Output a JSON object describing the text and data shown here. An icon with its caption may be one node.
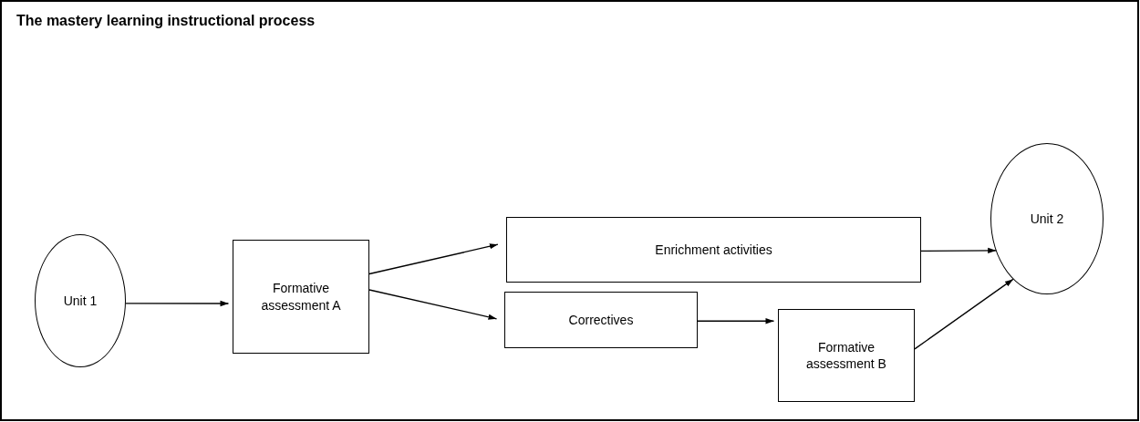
{
  "diagram": {
    "title": "The mastery learning instructional process",
    "nodes": [
      {
        "text": [
          "Unit 1"
        ]
      },
      {
        "text": [
          "Formative assessment A"
        ]
      },
      {
        "text": [
          "Enrichment activities"
        ]
      },
      {
        "text": [
          "Correctives"
        ]
      },
      {
        "text": [
          "Formative assessment B"
        ]
      },
      {
        "text": [
          "Unit 2"
        ]
      }
    ],
    "edges": [
      {
        "from": 0,
        "to": 1,
        "arrow": "to"
      },
      {
        "from": 1,
        "to": 2,
        "arrow": "to"
      },
      {
        "from": 1,
        "to": 3,
        "arrow": "to"
      },
      {
        "from": 2,
        "to": 5,
        "arrow": "to"
      },
      {
        "from": 3,
        "to": 4,
        "arrow": "to"
      },
      {
        "from": 4,
        "to": 5,
        "arrow": "to"
      }
    ]
  }
}
